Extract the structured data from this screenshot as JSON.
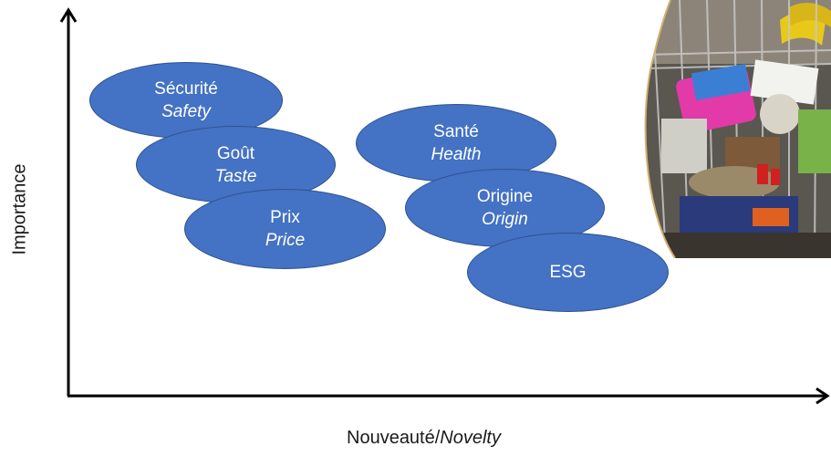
{
  "axes": {
    "y_label": "Importance",
    "x_label_fr": "Nouveauté/",
    "x_label_en": "Novelty"
  },
  "bubbles": [
    {
      "fr": "Sécurité",
      "en": "Safety"
    },
    {
      "fr": "Goût",
      "en": "Taste"
    },
    {
      "fr": "Prix",
      "en": "Price"
    },
    {
      "fr": "Santé",
      "en": "Health"
    },
    {
      "fr": "Origine",
      "en": "Origin"
    },
    {
      "fr": "ESG",
      "en": ""
    }
  ],
  "photo": {
    "subject": "shopping-cart-groceries"
  },
  "colors": {
    "bubble_fill": "#4472C4",
    "bubble_border": "#2F528F",
    "axis": "#000000"
  }
}
